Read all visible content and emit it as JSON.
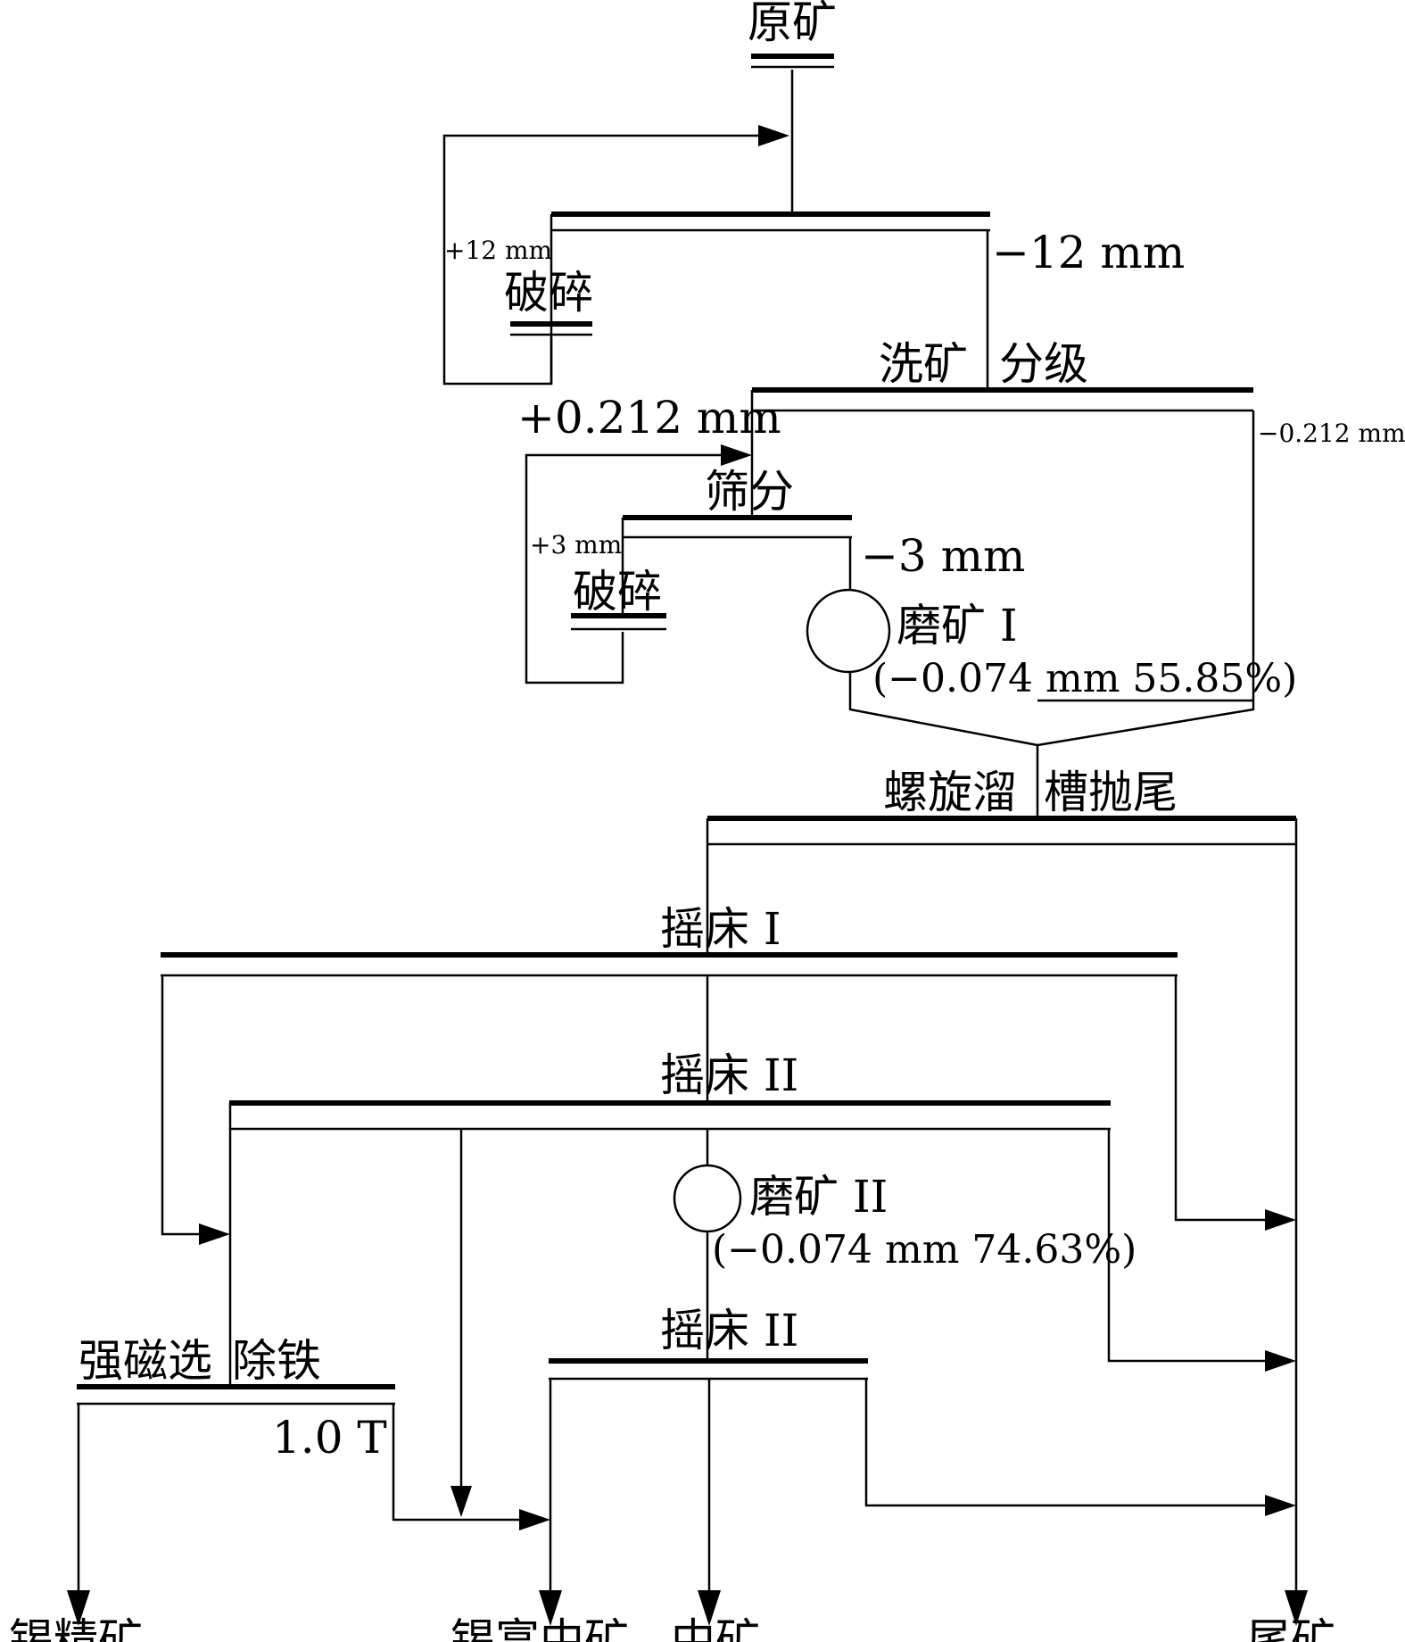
{
  "nodes": {
    "raw_ore": "原矿",
    "crushing_1": "破碎",
    "washing": "洗矿",
    "grading": "分级",
    "screening": "筛分",
    "crushing_2": "破碎",
    "grinding_1": "磨矿 I",
    "grinding_1_fineness": "(−0.074 mm 55.85%)",
    "spiral_1": "螺旋溜",
    "spiral_2": "槽抛尾",
    "table_1": "摇床 I",
    "table_2a": "摇床 II",
    "grinding_2": "磨矿 II",
    "grinding_2_fineness": "(−0.074 mm 74.63%)",
    "table_2b": "摇床 II",
    "magnetic_1": "强磁选",
    "magnetic_2": "除铁",
    "field_strength": "1.0 T"
  },
  "size_labels": {
    "plus_12": "+12 mm",
    "minus_12": "−12 mm",
    "plus_0212": "+0.212 mm",
    "minus_0212": "−0.212 mm",
    "plus_3": "+3 mm",
    "minus_3": "−3 mm"
  },
  "products": {
    "tin_concentrate": "锡精矿",
    "tin_rich_middling": "锡富中矿",
    "middling": "中矿",
    "tailings": "尾矿"
  }
}
